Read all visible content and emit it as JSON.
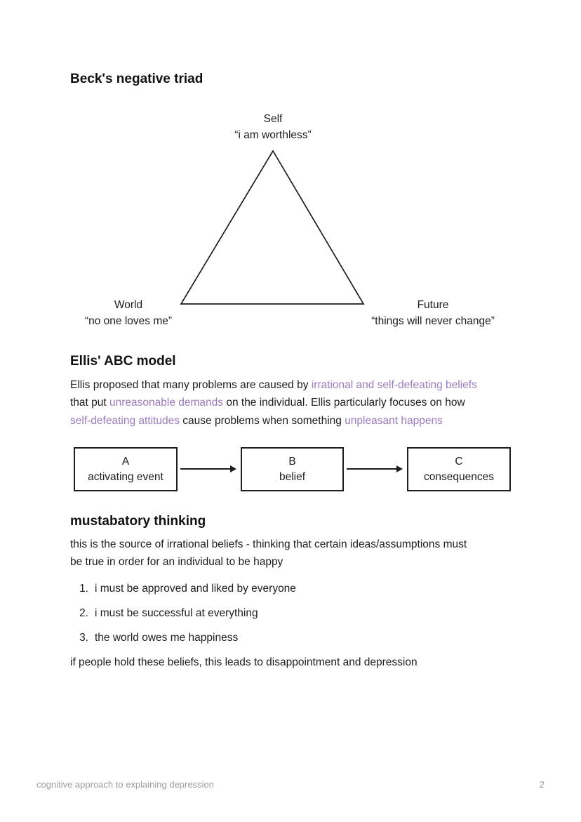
{
  "beck": {
    "heading": "Beck's negative triad",
    "triad": {
      "self": {
        "label": "Self",
        "quote": "“i am worthless”"
      },
      "world": {
        "label": "World",
        "quote": "“no one loves me”"
      },
      "future": {
        "label": "Future",
        "quote": "“things will never change”"
      }
    }
  },
  "ellis": {
    "heading": "Ellis' ABC model",
    "paragraph_lines": [
      {
        "runs": [
          {
            "t": "Ellis proposed that many problems are caused by "
          },
          {
            "t": "irrational and self-defeating beliefs",
            "style": "purple"
          }
        ]
      },
      {
        "runs": [
          {
            "t": "that put "
          },
          {
            "t": "unreasonable demands",
            "style": "purple"
          },
          {
            "t": " on the individual. Ellis particularly focuses on how"
          }
        ]
      },
      {
        "runs": [
          {
            "t": "self-defeating attitudes",
            "style": "purple"
          },
          {
            "t": " cause problems when something "
          },
          {
            "t": "unpleasant happens",
            "style": "purple"
          }
        ]
      }
    ],
    "abc_boxes": [
      {
        "letter": "A",
        "label": "activating event"
      },
      {
        "letter": "B",
        "label": "belief"
      },
      {
        "letter": "C",
        "label": "consequences"
      }
    ]
  },
  "mustabatory": {
    "heading": "mustabatory thinking",
    "intro_lines": [
      "this is the source of irrational beliefs - thinking that certain ideas/assumptions must",
      "be true in order for an individual to be happy"
    ],
    "list": [
      {
        "number": "1.",
        "text": "i must be approved and liked by everyone"
      },
      {
        "number": "2.",
        "text": "i must be successful at everything"
      },
      {
        "number": "3.",
        "text": "the world owes me happiness"
      }
    ],
    "conclusion": "if people hold these beliefs, this leads to disappointment and depression"
  },
  "footer": {
    "title": "cognitive approach to explaining depression",
    "page_number": "2"
  },
  "colors": {
    "purple_highlight": "#9b7ac0",
    "body_text": "#1d1d1d",
    "footer_gray": "#9c9c9c"
  }
}
